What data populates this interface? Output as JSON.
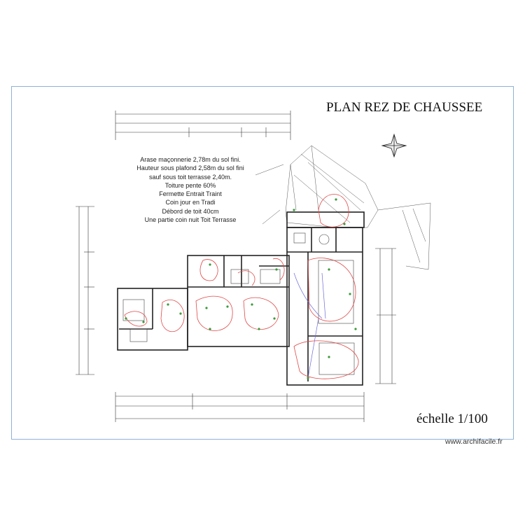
{
  "title": "PLAN REZ DE CHAUSSEE",
  "scale_label": "échelle 1/100",
  "notes": [
    "Arase maçonnerie 2,78m du sol fini.",
    "Hauteur sous plafond 2,58m du sol fini",
    "sauf sous toit terrasse 2,40m.",
    "Toiture pente 60%",
    "Fermette Entrait Traint",
    "Coin jour en Tradi",
    "Débord de toit 40cm",
    "Une partie coin nuit Toit Terrasse"
  ],
  "watermark": "www.archifacile.fr",
  "colors": {
    "frame": "#8fb2d6",
    "walls": "#222222",
    "wiring": "#e04848",
    "wiring_alt": "#6a6ad8",
    "points": "#3a9a3a"
  }
}
